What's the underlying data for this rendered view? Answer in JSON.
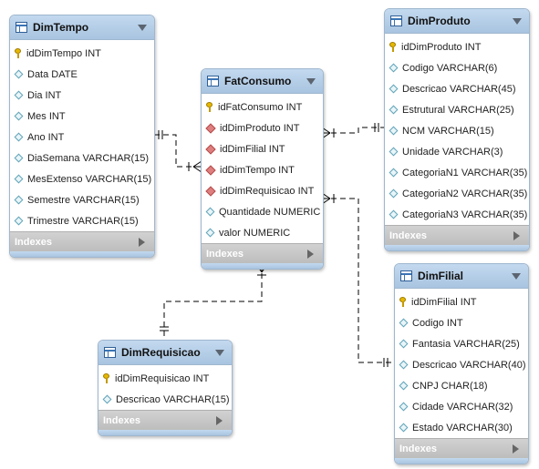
{
  "tables": {
    "dimtempo": {
      "name": "DimTempo",
      "columns": [
        {
          "label": "idDimTempo INT",
          "kind": "pk"
        },
        {
          "label": "Data DATE",
          "kind": "attr"
        },
        {
          "label": "Dia INT",
          "kind": "attr"
        },
        {
          "label": "Mes INT",
          "kind": "attr"
        },
        {
          "label": "Ano INT",
          "kind": "attr"
        },
        {
          "label": "DiaSemana VARCHAR(15)",
          "kind": "attr"
        },
        {
          "label": "MesExtenso VARCHAR(15)",
          "kind": "attr"
        },
        {
          "label": "Semestre VARCHAR(15)",
          "kind": "attr"
        },
        {
          "label": "Trimestre VARCHAR(15)",
          "kind": "attr"
        }
      ],
      "indexes": "Indexes"
    },
    "fatconsumo": {
      "name": "FatConsumo",
      "columns": [
        {
          "label": "idFatConsumo INT",
          "kind": "pk"
        },
        {
          "label": "idDimProduto INT",
          "kind": "fk"
        },
        {
          "label": "idDimFilial INT",
          "kind": "fk"
        },
        {
          "label": "idDimTempo INT",
          "kind": "fk"
        },
        {
          "label": "idDimRequisicao INT",
          "kind": "fk"
        },
        {
          "label": "Quantidade NUMERIC",
          "kind": "attr"
        },
        {
          "label": "valor NUMERIC",
          "kind": "attr"
        }
      ],
      "indexes": "Indexes"
    },
    "dimproduto": {
      "name": "DimProduto",
      "columns": [
        {
          "label": "idDimProduto INT",
          "kind": "pk"
        },
        {
          "label": "Codigo VARCHAR(6)",
          "kind": "attr"
        },
        {
          "label": "Descricao VARCHAR(45)",
          "kind": "attr"
        },
        {
          "label": "Estrutural VARCHAR(25)",
          "kind": "attr"
        },
        {
          "label": "NCM VARCHAR(15)",
          "kind": "attr"
        },
        {
          "label": "Unidade VARCHAR(3)",
          "kind": "attr"
        },
        {
          "label": "CategoriaN1 VARCHAR(35)",
          "kind": "attr"
        },
        {
          "label": "CategoriaN2 VARCHAR(35)",
          "kind": "attr"
        },
        {
          "label": "CategoriaN3 VARCHAR(35)",
          "kind": "attr"
        }
      ],
      "indexes": "Indexes"
    },
    "dimfilial": {
      "name": "DimFilial",
      "columns": [
        {
          "label": "idDimFilial INT",
          "kind": "pk"
        },
        {
          "label": "Codigo INT",
          "kind": "attr"
        },
        {
          "label": "Fantasia VARCHAR(25)",
          "kind": "attr"
        },
        {
          "label": "Descricao VARCHAR(40)",
          "kind": "attr"
        },
        {
          "label": "CNPJ CHAR(18)",
          "kind": "attr"
        },
        {
          "label": "Cidade VARCHAR(32)",
          "kind": "attr"
        },
        {
          "label": "Estado VARCHAR(30)",
          "kind": "attr"
        }
      ],
      "indexes": "Indexes"
    },
    "dimrequisicao": {
      "name": "DimRequisicao",
      "columns": [
        {
          "label": "idDimRequisicao INT",
          "kind": "pk"
        },
        {
          "label": "Descricao VARCHAR(15)",
          "kind": "attr"
        }
      ],
      "indexes": "Indexes"
    }
  },
  "relationships": [
    {
      "from": "FatConsumo",
      "to": "DimTempo",
      "type": "many-to-one"
    },
    {
      "from": "FatConsumo",
      "to": "DimProduto",
      "type": "many-to-one"
    },
    {
      "from": "FatConsumo",
      "to": "DimFilial",
      "type": "many-to-one"
    },
    {
      "from": "FatConsumo",
      "to": "DimRequisicao",
      "type": "many-to-one"
    }
  ],
  "colors": {
    "header": "#b5cde6",
    "border": "#9fb7cf",
    "connector": "#000000",
    "pk_key": "#e6b800",
    "fk_diamond": "#dd7f7f",
    "attr_diamond": "#5fa3b8"
  }
}
